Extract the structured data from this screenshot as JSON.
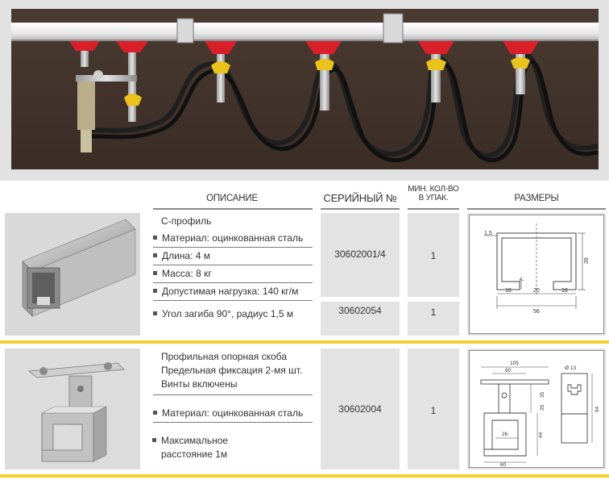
{
  "headers": {
    "description": "ОПИСАНИЕ",
    "serial": "СЕРИЙНЫЙ №",
    "min_qty": "МИН. КОЛ-ВО В УПАК.",
    "dimensions": "РАЗМЕРЫ"
  },
  "product1": {
    "title": "С-профиль",
    "rows": [
      "Материал: оцинкованная сталь",
      "Длина: 4 м",
      "Масса: 8 кг",
      "Допустимая нагрузка: 140 кг/м",
      "Угол загиба 90°, радиус 1,5 м"
    ],
    "serial_1": "30602001/4",
    "serial_2": "30602054",
    "qty_1": "1",
    "qty_2": "1",
    "dims": {
      "d15": "1,5",
      "d39": "39",
      "d7": "7",
      "d18a": "18",
      "d20": "20",
      "d18b": "18",
      "d56": "56"
    }
  },
  "product2": {
    "title_lines": [
      "Профильная опорная скоба",
      "Предельная фиксация 2-мя шт.",
      "Винты включены"
    ],
    "material": "Материал: оцинкованная сталь",
    "distance_lines": [
      "Максимальное",
      "расстояние 1м"
    ],
    "serial": "30602004",
    "qty": "1",
    "dims": {
      "d105": "105",
      "d60top": "60",
      "d13": "Ø 13",
      "d35": "35",
      "d25": "25",
      "d44": "44",
      "d26": "26",
      "d60bot": "60",
      "d94": "94"
    }
  }
}
